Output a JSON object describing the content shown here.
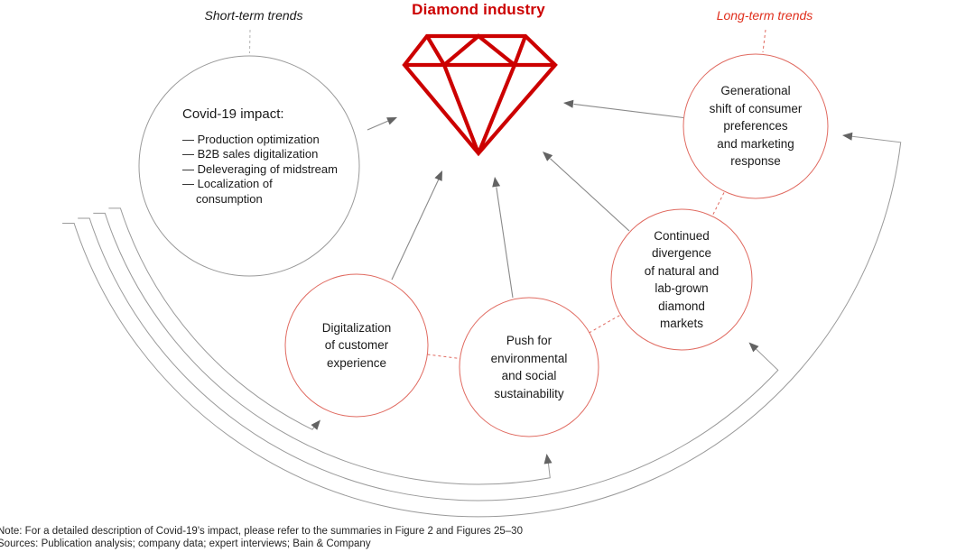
{
  "title": "Diamond industry",
  "legend": {
    "short_term": "Short-term trends",
    "long_term": "Long-term trends"
  },
  "icons": {
    "center": "diamond-icon"
  },
  "nodes": {
    "covid": {
      "heading": "Covid-19 impact:",
      "items": [
        "— Production optimization",
        "— B2B sales digitalization",
        "— Deleveraging of midstream",
        "— Localization of consumption"
      ]
    },
    "digitalization": {
      "lines": [
        "Digitalization",
        "of customer",
        "experience"
      ]
    },
    "sustainability": {
      "lines": [
        "Push for",
        "environmental",
        "and social",
        "sustainability"
      ]
    },
    "divergence": {
      "lines": [
        "Continued",
        "divergence",
        "of natural and",
        "lab-grown",
        "diamond",
        "markets"
      ]
    },
    "generational": {
      "lines": [
        "Generational",
        "shift of consumer",
        "preferences",
        "and marketing",
        "response"
      ]
    }
  },
  "footer": {
    "note": "Note: For a detailed description of Covid-19's impact, please refer to the summaries in Figure 2 and Figures 25–30",
    "sources": "Sources: Publication analysis; company data; expert interviews; Bain & Company"
  },
  "colors": {
    "brand_red": "#cc0000",
    "circle_red": "#e06a60",
    "label_red": "#e0301e",
    "line_gray": "#8a8a8a",
    "arc_gray": "#9a9a9a",
    "arrow_gray": "#636363",
    "dash_gray": "#b3b3b3"
  }
}
